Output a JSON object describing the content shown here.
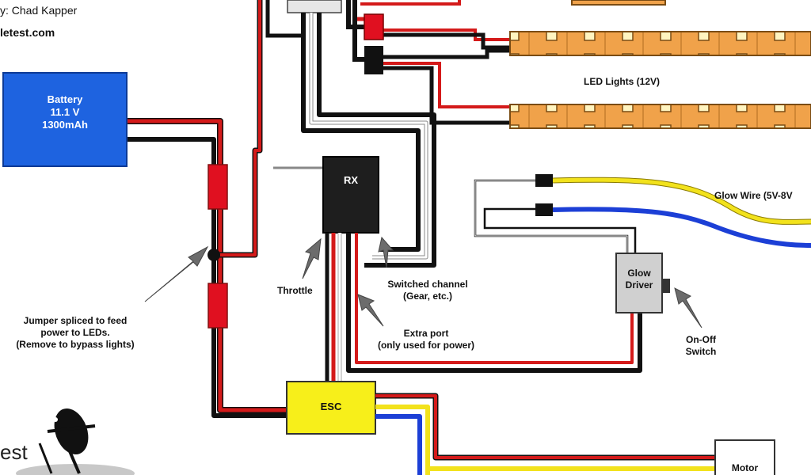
{
  "credits": {
    "author": "y: Chad Kapper",
    "site": "letest.com"
  },
  "logo_text": "est",
  "components": {
    "battery": {
      "line1": "Battery",
      "line2": "11.1 V",
      "line3": "1300mAh"
    },
    "rx": "RX",
    "esc": "ESC",
    "glow_driver": {
      "line1": "Glow",
      "line2": "Driver"
    },
    "motor": "Motor"
  },
  "labels": {
    "led_lights": "LED Lights (12V)",
    "glow_wire": "Glow Wire (5V-8V",
    "throttle": "Throttle",
    "switched_channel": {
      "line1": "Switched channel",
      "line2": "(Gear, etc.)"
    },
    "extra_port": {
      "line1": "Extra port",
      "line2": "(only used for power)"
    },
    "jumper": {
      "line1": "Jumper spliced to feed",
      "line2": "power to LEDs.",
      "line3": "(Remove to bypass lights)"
    },
    "on_off": {
      "line1": "On-Off",
      "line2": "Switch"
    }
  },
  "colors": {
    "battery_blue": "#1e63e0",
    "wire_red": "#d41a1a",
    "wire_black": "#111111",
    "wire_white": "#ffffff",
    "wire_yellow": "#f2e21c",
    "wire_blue": "#1c3fd6",
    "connector_red": "#e01020",
    "led_orange": "#f0a24a",
    "esc_yellow": "#f7ef1a",
    "rx_black": "#1e1e1e",
    "glow_gray": "#d0d0d0",
    "arrow_gray": "#6c6c6c"
  }
}
